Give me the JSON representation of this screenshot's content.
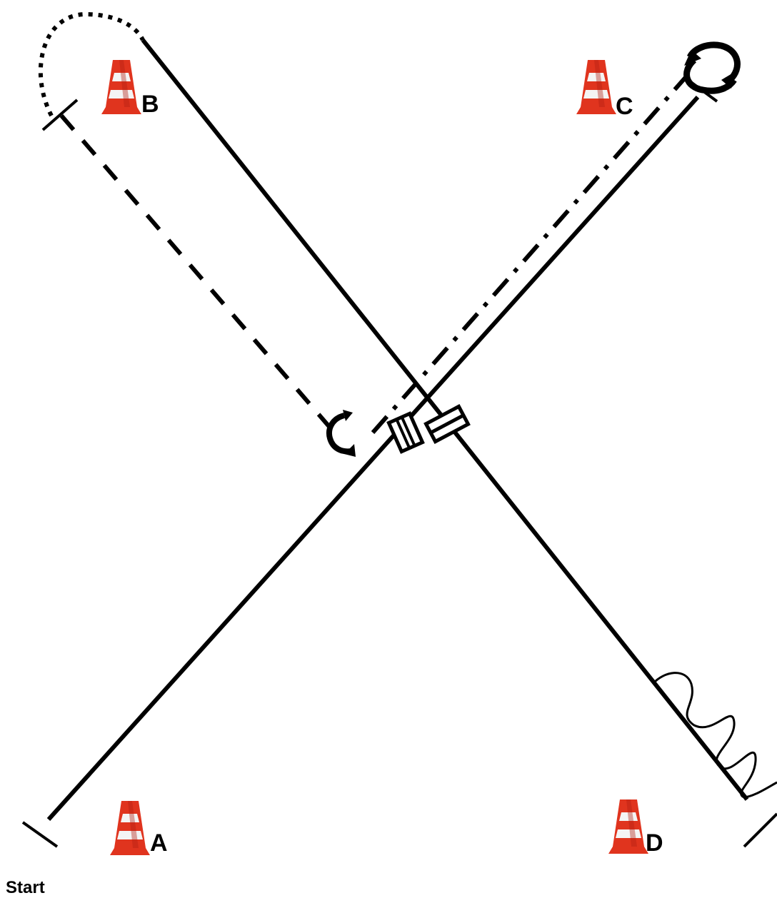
{
  "cones": [
    {
      "id": "A",
      "label": "A"
    },
    {
      "id": "B",
      "label": "B"
    },
    {
      "id": "C",
      "label": "C"
    },
    {
      "id": "D",
      "label": "D"
    }
  ],
  "start_label": "Start",
  "colors": {
    "line": "#000000",
    "cone_red": "#e0341e",
    "cone_white": "#f4f4f4",
    "cone_shadow": "#b21f12",
    "background": "#ffffff"
  },
  "icons": [
    "traffic-cone-icon",
    "rotate-icon",
    "turn-icon",
    "double-bar-icon",
    "equals-icon",
    "zigzag-path"
  ]
}
